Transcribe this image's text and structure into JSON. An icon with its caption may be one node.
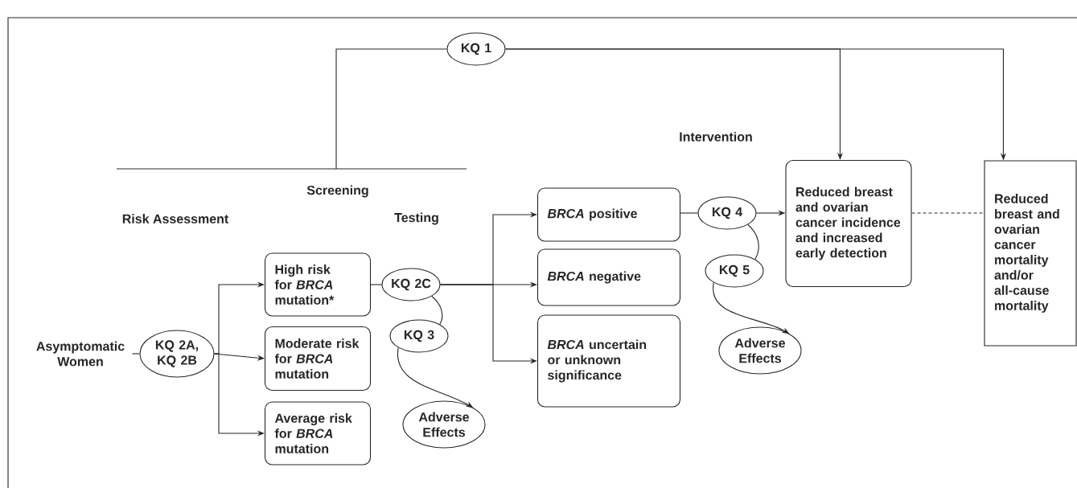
{
  "diagram": {
    "nodes": [
      {
        "text": [
          "Asymptomatic Women"
        ]
      },
      {
        "text": [
          "KQ 2A, KQ 2B"
        ]
      },
      {
        "text": [
          "High risk for *BRCA* mutation*"
        ]
      },
      {
        "text": [
          "Moderate risk for *BRCA* mutation"
        ]
      },
      {
        "text": [
          "Average risk for *BRCA* mutation"
        ]
      },
      {
        "text": [
          "KQ 2C"
        ]
      },
      {
        "text": [
          "KQ 3"
        ]
      },
      {
        "text": [
          "Adverse Effects"
        ]
      },
      {
        "text": [
          "*BRCA* positive"
        ]
      },
      {
        "text": [
          "*BRCA* negative"
        ]
      },
      {
        "text": [
          "*BRCA* uncertain or unknown significance"
        ]
      },
      {
        "text": [
          "KQ 4"
        ]
      },
      {
        "text": [
          "KQ 5"
        ]
      },
      {
        "text": [
          "Adverse Effects"
        ]
      },
      {
        "text": [
          "Reduced breast and ovarian cancer incidence and increased early detection"
        ]
      },
      {
        "text": [
          "Reduced breast and ovarian cancer mortality and/or all-cause mortality"
        ]
      },
      {
        "text": [
          "KQ 1"
        ]
      }
    ],
    "edges": [
      {
        "from": 0,
        "to": 1,
        "arrow": "none"
      },
      {
        "from": 1,
        "to": 2,
        "arrow": "to"
      },
      {
        "from": 1,
        "to": 3,
        "arrow": "to"
      },
      {
        "from": 1,
        "to": 4,
        "arrow": "to"
      },
      {
        "from": 2,
        "to": 5,
        "arrow": "none"
      },
      {
        "from": 5,
        "to": 8,
        "arrow": "to"
      },
      {
        "from": 5,
        "to": 9,
        "arrow": "to"
      },
      {
        "from": 5,
        "to": 10,
        "arrow": "to"
      },
      {
        "from": 5,
        "to": 6,
        "arrow": "none"
      },
      {
        "from": 6,
        "to": 7,
        "arrow": "to"
      },
      {
        "from": 8,
        "to": 11,
        "arrow": "none"
      },
      {
        "from": 11,
        "to": 14,
        "arrow": "to"
      },
      {
        "from": 11,
        "to": 12,
        "arrow": "none"
      },
      {
        "from": 12,
        "to": 13,
        "arrow": "to"
      },
      {
        "from": 14,
        "to": 15,
        "arrow": "none",
        "style": "dashed"
      },
      {
        "from": null,
        "to": 16,
        "arrow": "none"
      },
      {
        "from": 16,
        "to": 14,
        "arrow": "to"
      },
      {
        "from": 16,
        "to": 15,
        "arrow": "to"
      }
    ],
    "labels": [
      "Screening",
      "Risk Assessment",
      "Testing",
      "Intervention"
    ]
  }
}
